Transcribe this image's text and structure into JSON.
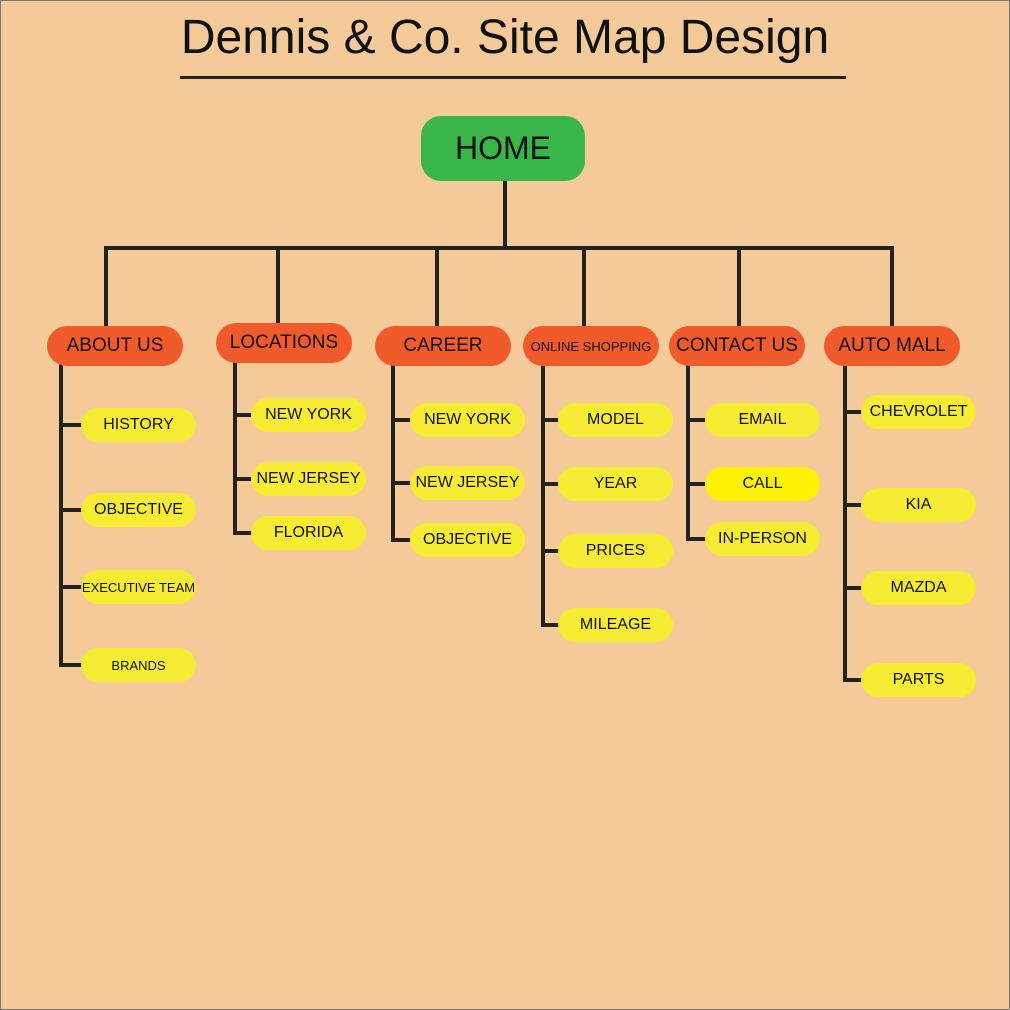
{
  "title": "Dennis & Co. Site Map Design",
  "home": "HOME",
  "colors": {
    "background": "#F3CA98",
    "home": "#3AB54A",
    "category": "#F15A2B",
    "page": "#F7EC31",
    "highlight": "#FFF200",
    "line": "#222222"
  },
  "categories": [
    {
      "label": "ABOUT US",
      "children": [
        "HISTORY",
        "OBJECTIVE",
        "EXECUTIVE TEAM",
        "BRANDS"
      ]
    },
    {
      "label": "LOCATIONS",
      "children": [
        "NEW YORK",
        "NEW JERSEY",
        "FLORIDA"
      ]
    },
    {
      "label": "CAREER",
      "children": [
        "NEW YORK",
        "NEW JERSEY",
        "OBJECTIVE"
      ]
    },
    {
      "label": "ONLINE SHOPPING",
      "children": [
        "MODEL",
        "YEAR",
        "PRICES",
        "MILEAGE"
      ]
    },
    {
      "label": "CONTACT US",
      "children": [
        "EMAIL",
        "CALL",
        "IN-PERSON"
      ]
    },
    {
      "label": "AUTO MALL",
      "children": [
        "CHEVROLET",
        "KIA",
        "MAZDA",
        "PARTS"
      ]
    }
  ]
}
